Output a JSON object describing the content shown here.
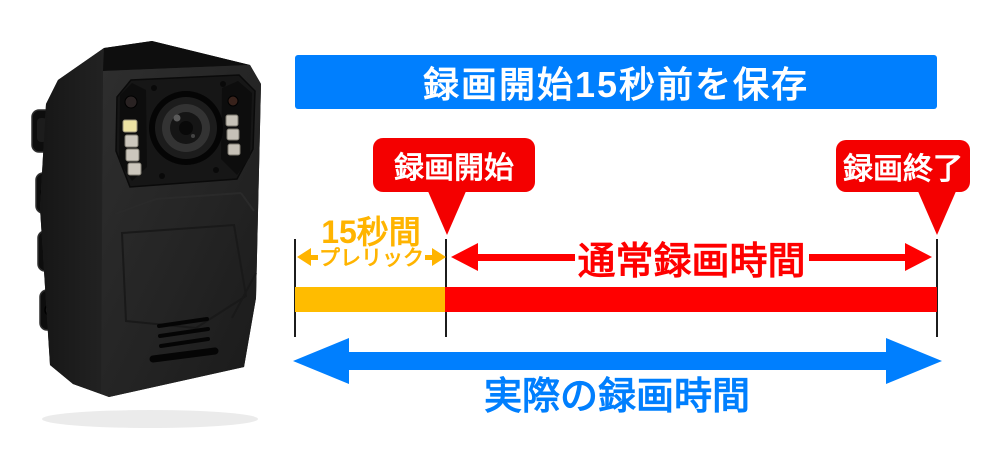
{
  "banner": {
    "text": "録画開始15秒前を保存"
  },
  "callout_start": {
    "text": "録画開始"
  },
  "callout_end": {
    "text": "録画終了"
  },
  "pre_record": {
    "duration": "15秒間",
    "label": "プレリック"
  },
  "normal_record": {
    "label": "通常録画時間"
  },
  "actual_record": {
    "label": "実際の録画時間"
  },
  "colors": {
    "accent_blue": "#007FFE",
    "accent_red": "#F40000",
    "bar_red": "#FF0000",
    "accent_orange": "#FFB400",
    "bar_orange": "#FFBC00",
    "tick_black": "#1c1c1c"
  },
  "timeline": {
    "segments": [
      {
        "name": "pre-record-15s",
        "color": "#FFBC00",
        "start_frac": 0.0,
        "end_frac": 0.234
      },
      {
        "name": "normal-record",
        "color": "#FF0000",
        "start_frac": 0.234,
        "end_frac": 1.0
      }
    ]
  }
}
